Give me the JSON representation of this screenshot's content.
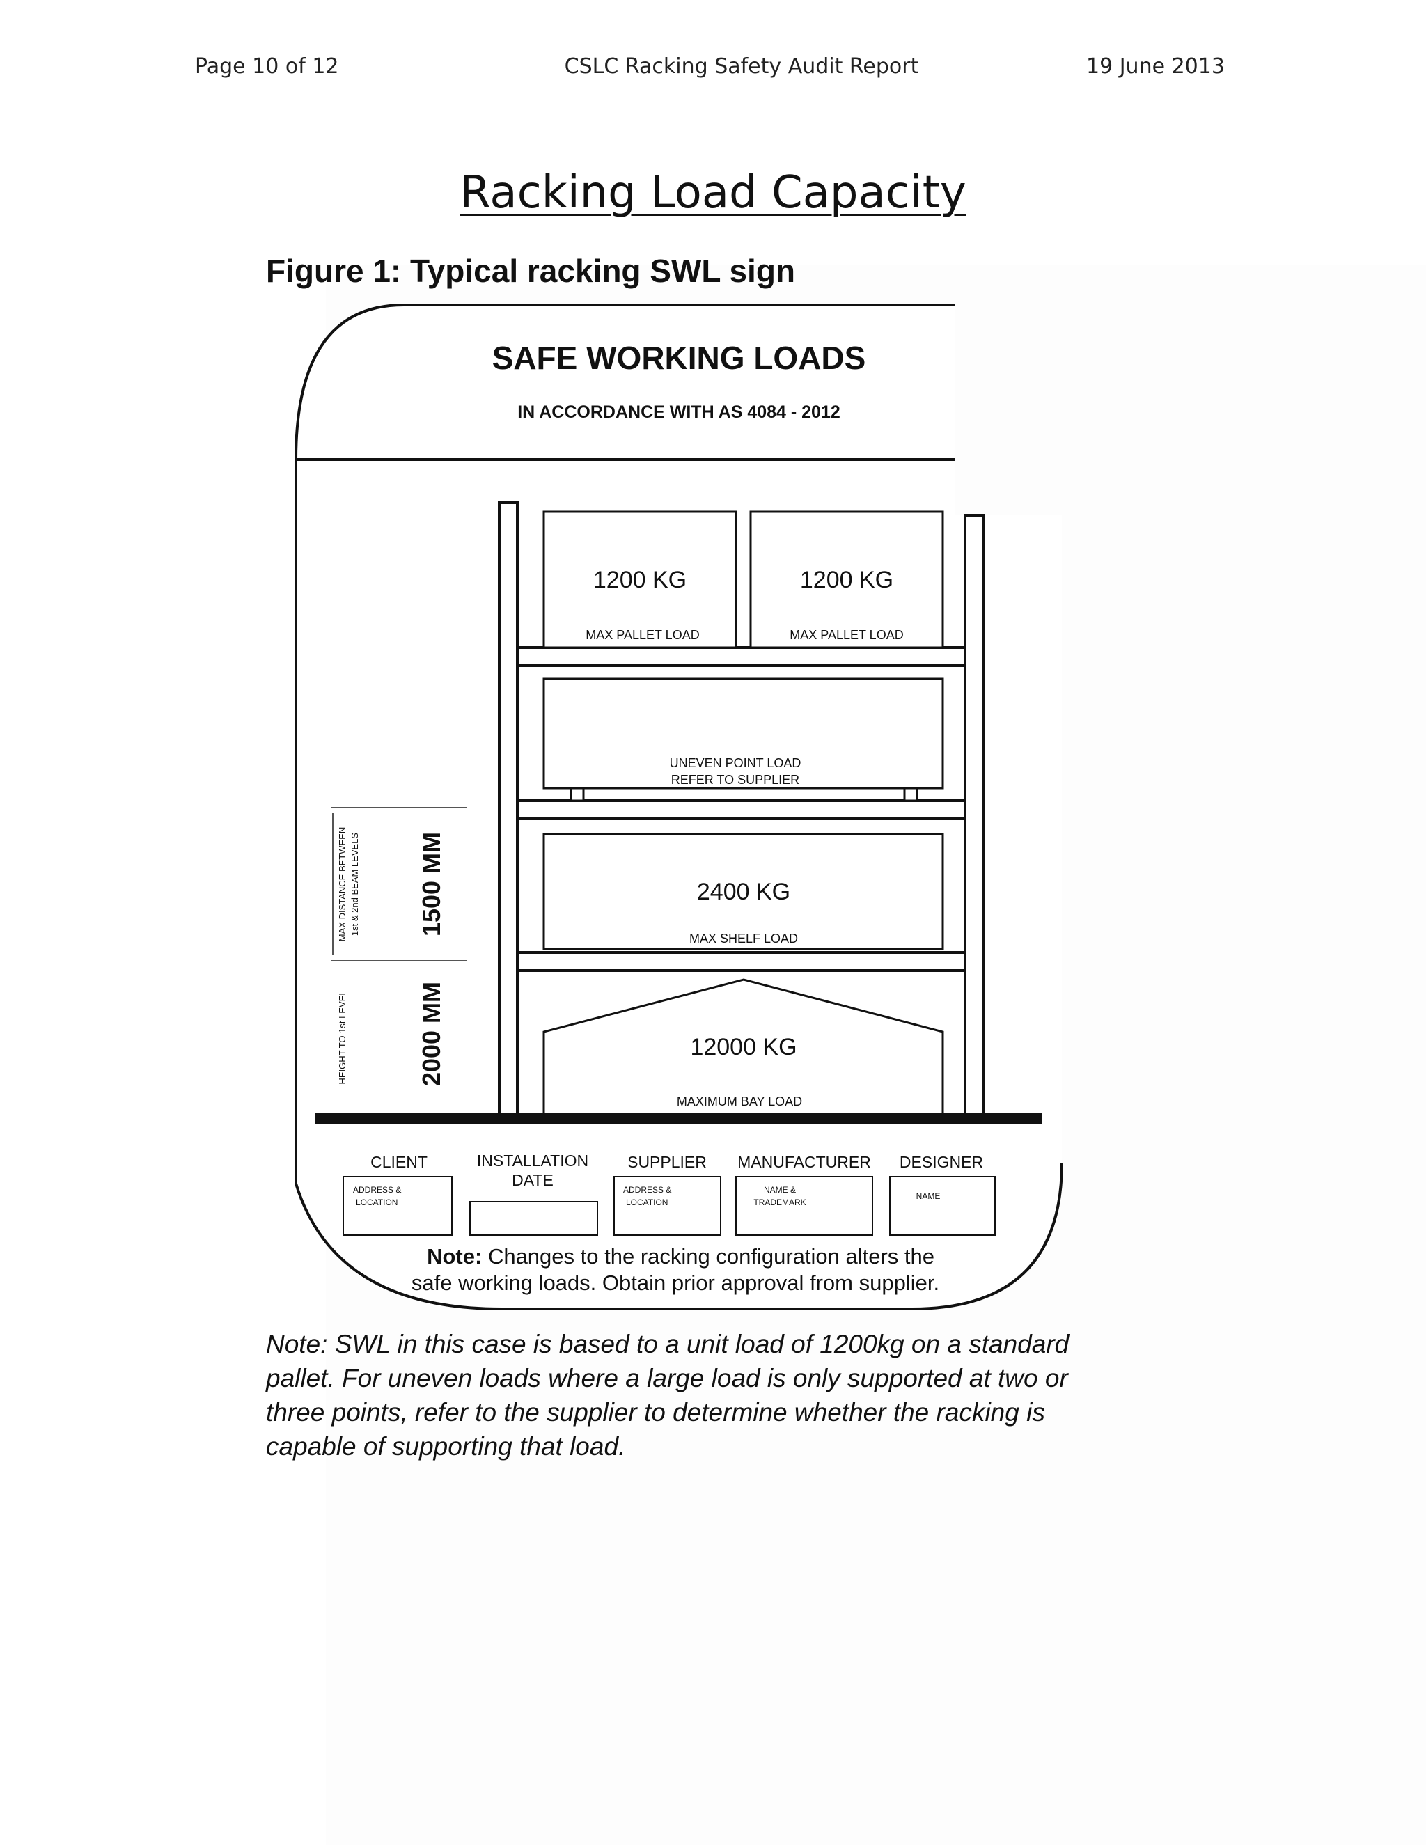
{
  "header": {
    "page": "Page 10 of 12",
    "report_title": "CSLC Racking Safety Audit Report",
    "date": "19 June 2013"
  },
  "title": "Racking Load Capacity",
  "figure": {
    "caption": "Figure 1: Typical racking SWL sign",
    "sign": {
      "heading": "SAFE WORKING LOADS",
      "subheading": "IN ACCORDANCE WITH AS 4084 - 2012",
      "top_left_load": "1200 KG",
      "top_left_label": "MAX PALLET LOAD",
      "top_right_load": "1200 KG",
      "top_right_label": "MAX PALLET LOAD",
      "uneven_line1": "UNEVEN POINT LOAD",
      "uneven_line2": "REFER TO SUPPLIER",
      "shelf_load": "2400 KG",
      "shelf_label": "MAX SHELF LOAD",
      "bay_load": "12000 KG",
      "bay_label": "MAXIMUM BAY LOAD",
      "dim_upper": "1500 MM",
      "dim_upper_note1": "MAX DISTANCE BETWEEN",
      "dim_upper_note2": "1st & 2nd BEAM LEVELS",
      "dim_lower": "2000 MM",
      "dim_lower_note": "HEIGHT TO 1st LEVEL",
      "fields": {
        "client": "CLIENT",
        "client_box": [
          "ADDRESS &",
          "LOCATION"
        ],
        "installation_1": "INSTALLATION",
        "installation_2": "DATE",
        "supplier": "SUPPLIER",
        "supplier_box": [
          "ADDRESS &",
          "LOCATION"
        ],
        "manufacturer": "MANUFACTURER",
        "manufacturer_box": [
          "NAME &",
          "TRADEMARK"
        ],
        "designer": "DESIGNER",
        "designer_box": "NAME"
      },
      "note_bold": "Note:",
      "note_line1": " Changes to the racking configuration alters the",
      "note_line2": "safe working loads. Obtain prior approval from supplier."
    }
  },
  "footnote": "Note: SWL in this case is based to a unit load of 1200kg on a standard pallet. For uneven loads where a large load is only supported at two or three points, refer to the supplier to determine whether the racking is capable of supporting that load."
}
